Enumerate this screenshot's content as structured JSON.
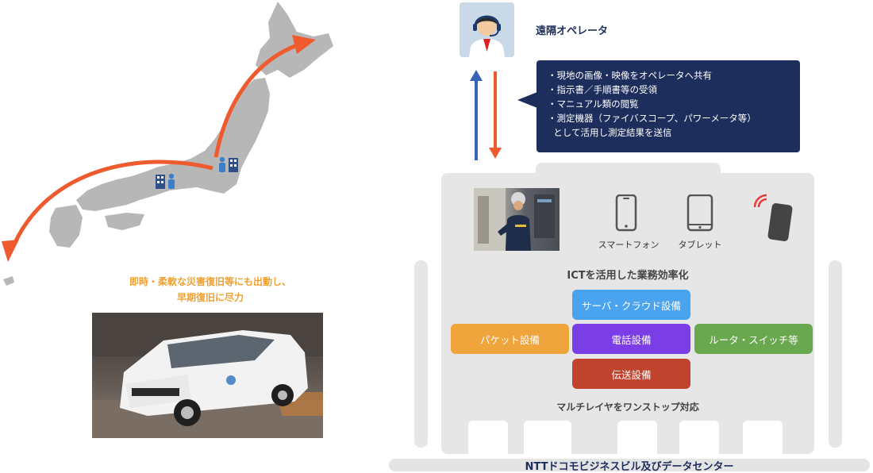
{
  "operator": {
    "label": "遠隔オペレータ"
  },
  "info": {
    "lines": [
      "・現地の画像・映像をオペレータへ共有",
      "・指示書／手順書等の受領",
      "・マニュアル類の閲覧",
      "・測定機器（ファイバスコープ、パワーメータ等）",
      "  として活用し測定結果を送信"
    ]
  },
  "caption": {
    "line1": "即時・柔軟な災害復旧等にも出動し、",
    "line2": "早期復旧に尽力"
  },
  "devices": {
    "smartphone": "スマートフォン",
    "tablet": "タブレット"
  },
  "ict_label": "ICTを活用した業務効率化",
  "equipment": {
    "server": "サーバ・クラウド設備",
    "packet": "パケット設備",
    "phone": "電話設備",
    "router": "ルータ・スイッチ等",
    "transmission": "伝送設備"
  },
  "multilayer_label": "マルチレイヤをワンストップ対応",
  "building_label": "NTTドコモビジネスビル及びデータセンター",
  "colors": {
    "navy": "#1d2d5c",
    "orange_arrow": "#ef5a2f",
    "blue_arrow": "#3565b4",
    "server": "#4aa3ef",
    "packet": "#efa43c",
    "phone": "#7b3de6",
    "router": "#6aa84f",
    "transmission": "#c0432e",
    "caption": "#f0a030"
  }
}
